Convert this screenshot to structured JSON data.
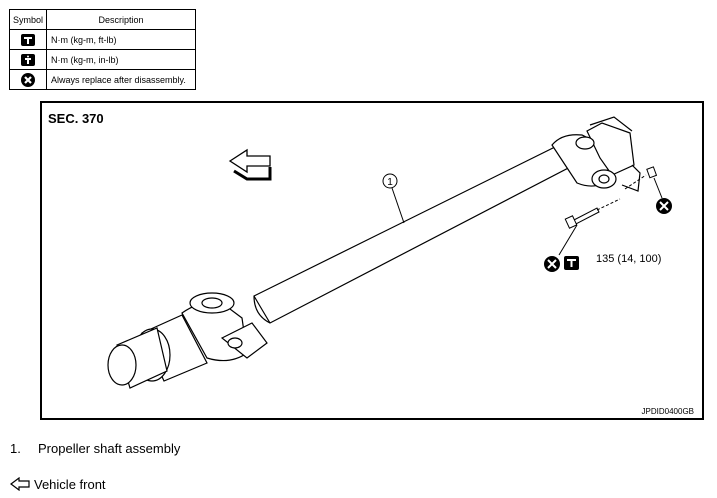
{
  "legend": {
    "header_symbol": "Symbol",
    "header_description": "Description",
    "rows": [
      {
        "icon": "torque-wrench-icon",
        "description": "N·m (kg-m, ft-lb)"
      },
      {
        "icon": "torque-wrench-small-icon",
        "description": "N·m (kg-m, in-lb)"
      },
      {
        "icon": "always-replace-icon",
        "description": "Always replace after disassembly."
      }
    ]
  },
  "figure": {
    "section": "SEC. 370",
    "callout_number": "1",
    "torque_value": "135 (14, 100)",
    "figure_code": "JPDID0400GB"
  },
  "captions": [
    {
      "number": "1.",
      "text": "Propeller shaft assembly"
    }
  ],
  "front_label": "Vehicle front"
}
